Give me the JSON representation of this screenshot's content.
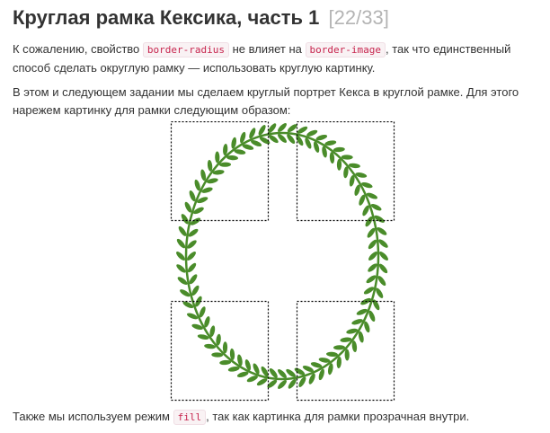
{
  "header": {
    "title": "Круглая рамка Кексика, часть 1",
    "progress": "[22/33]"
  },
  "paragraph1": {
    "text_before": "К сожалению, свойство ",
    "code1": "border-radius",
    "text_middle": " не влияет на ",
    "code2": "border-image",
    "text_after": ", так что единственный способ сделать округлую рамку — использовать круглую картинку."
  },
  "paragraph2": {
    "text": "В этом и следующем задании мы сделаем круглый портрет Кекса в круглой рамке. Для этого нарежем картинку для рамки следующим образом:"
  },
  "paragraph3": {
    "text_before": "Также мы используем режим ",
    "code": "fill",
    "text_after": ", так как картинка для рамки прозрачная внутри."
  },
  "figure": {
    "wreath_color": "#4a8c2a",
    "slice_line_color": "#000000"
  }
}
